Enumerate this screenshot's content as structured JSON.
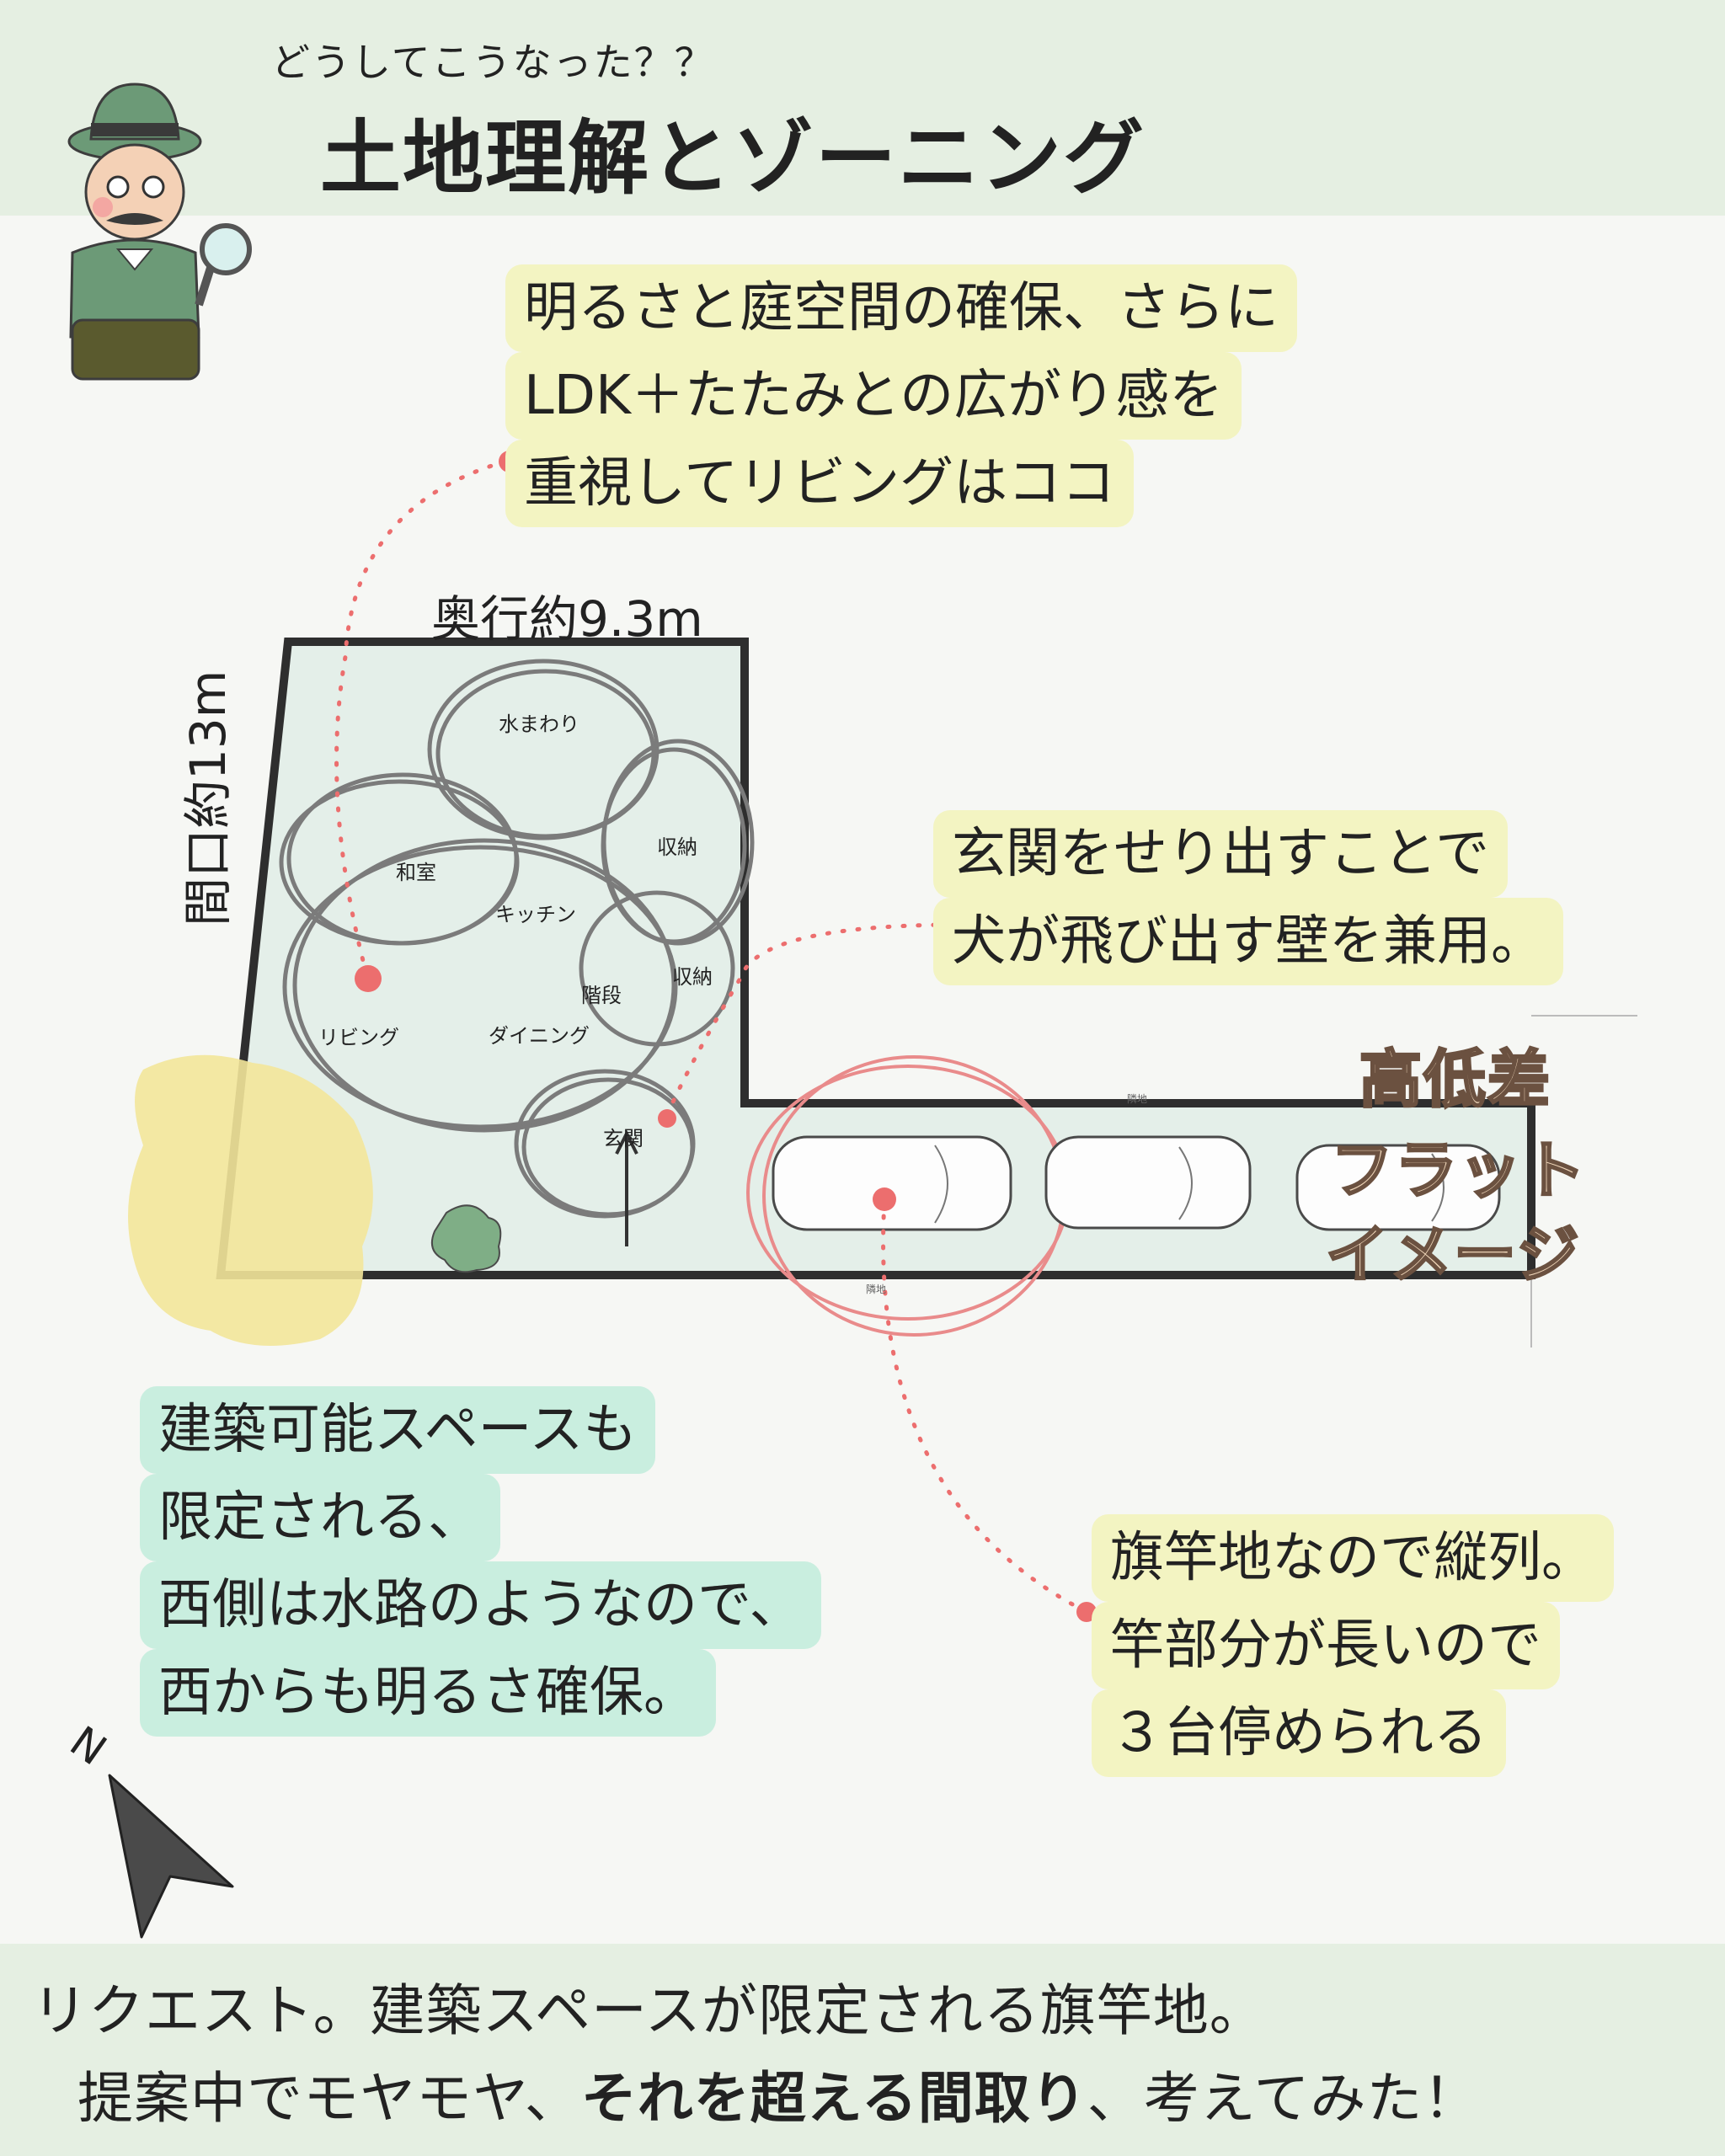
{
  "header": {
    "subtitle": "どうしてこうなった？？",
    "title": "土地理解とゾーニング"
  },
  "callouts": {
    "living": [
      "明るさと庭空間の確保、さらに",
      "LDK＋たたみとの広がり感を",
      "重視してリビングはココ"
    ],
    "entrance": [
      "玄関をせり出すことで",
      "犬が飛び出す壁を兼用。"
    ],
    "space": [
      "建築可能スペースも",
      "限定される、",
      "西側は水路のようなので、",
      "西からも明るさ確保。"
    ],
    "parking": [
      "旗竿地なので縦列。",
      "竿部分が長いので",
      "３台停められる"
    ]
  },
  "dimensions": {
    "depth": "奥行約9.3m",
    "frontage": "間口約13m"
  },
  "rooms": {
    "water": "水まわり",
    "storage1": "収納",
    "japanese": "和室",
    "kitchen": "キッチン",
    "stairs": "階段",
    "storage2": "収納",
    "living": "リビング",
    "dining": "ダイニング",
    "entrance": "玄関"
  },
  "plan_labels": {
    "neighbor_right": "隣地",
    "neighbor_bottom": "隣地"
  },
  "side_notes": {
    "level": "高低差",
    "flat": "フラット",
    "image": "イメージ"
  },
  "compass": {
    "letter": "N"
  },
  "footer": {
    "line1": "リクエスト。建築スペースが限定される旗竿地。",
    "line2_a": "提案中でモヤモヤ、",
    "line2_b": "それを超える間取り",
    "line2_c": "、考えてみた！"
  },
  "colors": {
    "header_band": "#e5efe2",
    "lot_fill": "#e4efe9",
    "yellow_note": "#f3f4c2",
    "mint_note": "#c9eedf",
    "pin": "#f06a6a"
  }
}
